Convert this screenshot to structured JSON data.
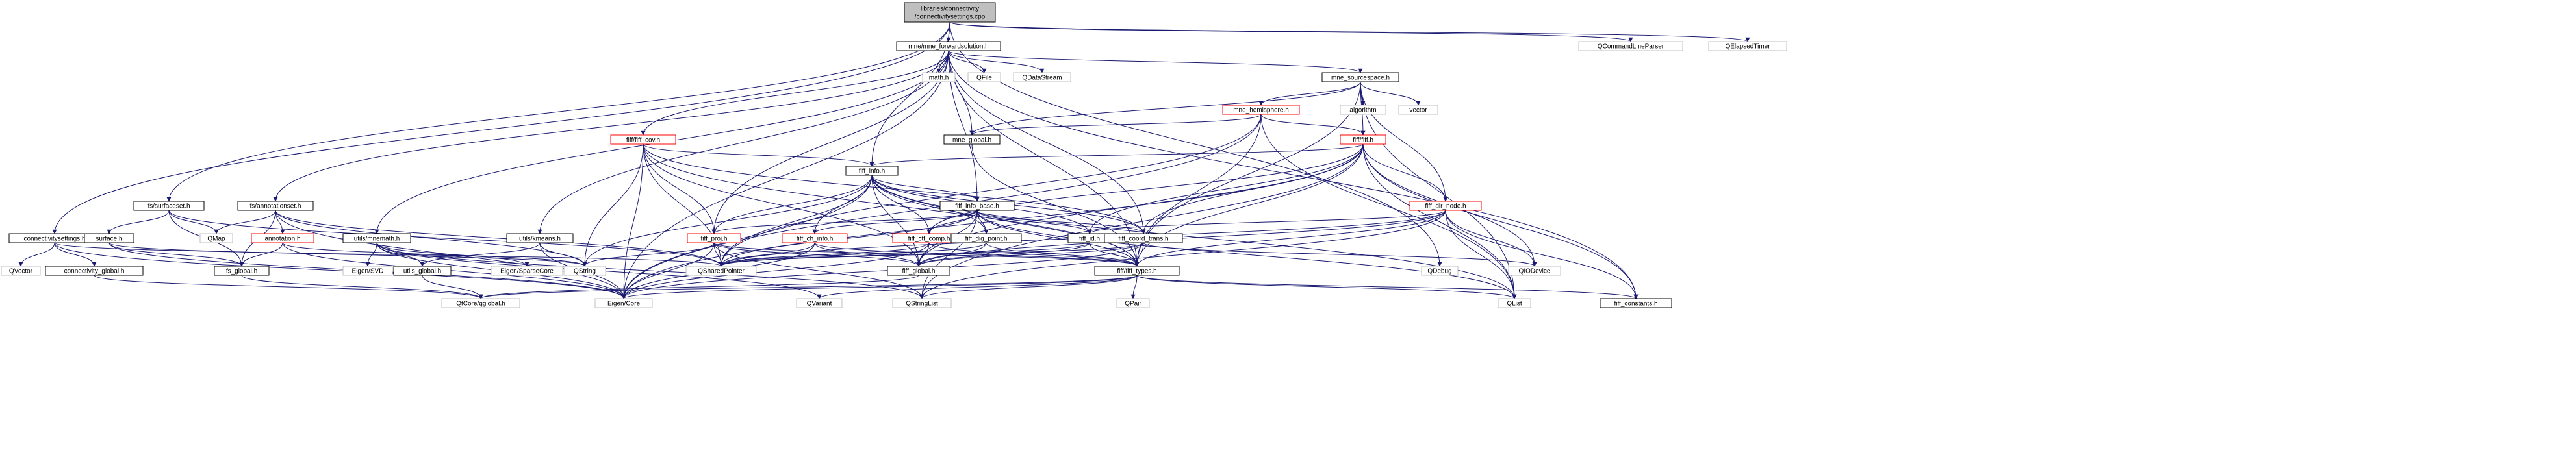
{
  "colors": {
    "edge": "#191970",
    "node_border_default": "#000000",
    "node_border_missing": "#bfbfbf",
    "node_border_link_red": "#ff0000",
    "root_fill": "#bfbfbf",
    "node_fill": "#ffffff"
  },
  "nodes": [
    {
      "id": "root",
      "label": "libraries/connectivity\n/connectivitysettings.cpp",
      "style": "root"
    },
    {
      "id": "mne_fwd",
      "label": "mne/mne_forwardsolution.h",
      "style": "doc"
    },
    {
      "id": "qcmd",
      "label": "QCommandLineParser",
      "style": "ext"
    },
    {
      "id": "qelapsed",
      "label": "QElapsedTimer",
      "style": "ext"
    },
    {
      "id": "mathh",
      "label": "math.h",
      "style": "ext"
    },
    {
      "id": "qfile",
      "label": "QFile",
      "style": "ext"
    },
    {
      "id": "qdatastream",
      "label": "QDataStream",
      "style": "ext"
    },
    {
      "id": "mne_src",
      "label": "mne_sourcespace.h",
      "style": "doc"
    },
    {
      "id": "mne_hemi",
      "label": "mne_hemisphere.h",
      "style": "red"
    },
    {
      "id": "algorithm",
      "label": "algorithm",
      "style": "ext"
    },
    {
      "id": "vector",
      "label": "vector",
      "style": "ext"
    },
    {
      "id": "fiff_cov",
      "label": "fiff/fiff_cov.h",
      "style": "red"
    },
    {
      "id": "mne_global",
      "label": "mne_global.h",
      "style": "doc"
    },
    {
      "id": "fiff_fiff",
      "label": "fiff/fiff.h",
      "style": "red"
    },
    {
      "id": "fiff_info",
      "label": "fiff_info.h",
      "style": "doc"
    },
    {
      "id": "fiff_info_base",
      "label": "fiff_info_base.h",
      "style": "doc"
    },
    {
      "id": "fiff_dir_node",
      "label": "fiff_dir_node.h",
      "style": "red"
    },
    {
      "id": "fs_surfaceset",
      "label": "fs/surfaceset.h",
      "style": "doc"
    },
    {
      "id": "fs_annot",
      "label": "fs/annotationset.h",
      "style": "doc"
    },
    {
      "id": "conn_settings",
      "label": "connectivitysettings.h",
      "style": "doc"
    },
    {
      "id": "surface",
      "label": "surface.h",
      "style": "doc"
    },
    {
      "id": "qmap",
      "label": "QMap",
      "style": "ext"
    },
    {
      "id": "annotation",
      "label": "annotation.h",
      "style": "red"
    },
    {
      "id": "utils_mnemath",
      "label": "utils/mnemath.h",
      "style": "doc"
    },
    {
      "id": "utils_kmeans",
      "label": "utils/kmeans.h",
      "style": "doc"
    },
    {
      "id": "fiff_proj",
      "label": "fiff_proj.h",
      "style": "red"
    },
    {
      "id": "fiff_ch_info",
      "label": "fiff_ch_info.h",
      "style": "red"
    },
    {
      "id": "fiff_ctf_comp",
      "label": "fiff_ctf_comp.h",
      "style": "red"
    },
    {
      "id": "fiff_dig_point",
      "label": "fiff_dig_point.h",
      "style": "doc"
    },
    {
      "id": "fiff_id",
      "label": "fiff_id.h",
      "style": "doc"
    },
    {
      "id": "fiff_coord_trans",
      "label": "fiff_coord_trans.h",
      "style": "doc"
    },
    {
      "id": "qvector",
      "label": "QVector",
      "style": "ext"
    },
    {
      "id": "conn_global",
      "label": "connectivity_global.h",
      "style": "doc"
    },
    {
      "id": "fs_global",
      "label": "fs_global.h",
      "style": "doc"
    },
    {
      "id": "eigen_svd",
      "label": "Eigen/SVD",
      "style": "ext"
    },
    {
      "id": "utils_global",
      "label": "utils_global.h",
      "style": "doc"
    },
    {
      "id": "eigen_sparse",
      "label": "Eigen/SparseCore",
      "style": "ext"
    },
    {
      "id": "qstring",
      "label": "QString",
      "style": "ext"
    },
    {
      "id": "qsharedptr",
      "label": "QSharedPointer",
      "style": "ext"
    },
    {
      "id": "fiff_global",
      "label": "fiff_global.h",
      "style": "doc"
    },
    {
      "id": "fiff_types",
      "label": "fiff/fiff_types.h",
      "style": "doc"
    },
    {
      "id": "qdebug",
      "label": "QDebug",
      "style": "ext"
    },
    {
      "id": "qiodevice",
      "label": "QIODevice",
      "style": "ext"
    },
    {
      "id": "qtcore_global",
      "label": "QtCore/qglobal.h",
      "style": "ext"
    },
    {
      "id": "eigen_core",
      "label": "Eigen/Core",
      "style": "ext"
    },
    {
      "id": "qvariant",
      "label": "QVariant",
      "style": "ext"
    },
    {
      "id": "qstringlist",
      "label": "QStringList",
      "style": "ext"
    },
    {
      "id": "qpair",
      "label": "QPair",
      "style": "ext"
    },
    {
      "id": "qlist",
      "label": "QList",
      "style": "ext"
    },
    {
      "id": "fiff_constants",
      "label": "fiff_constants.h",
      "style": "doc"
    }
  ],
  "edges": [
    [
      "root",
      "mne_fwd"
    ],
    [
      "root",
      "qcmd"
    ],
    [
      "root",
      "qelapsed"
    ],
    [
      "root",
      "conn_settings"
    ],
    [
      "root",
      "fs_surfaceset"
    ],
    [
      "root",
      "fiff_info"
    ],
    [
      "root",
      "qdebug"
    ],
    [
      "mne_fwd",
      "mathh"
    ],
    [
      "mne_fwd",
      "qfile"
    ],
    [
      "mne_fwd",
      "qdatastream"
    ],
    [
      "mne_fwd",
      "mne_src"
    ],
    [
      "mne_fwd",
      "fiff_cov"
    ],
    [
      "mne_fwd",
      "mne_global"
    ],
    [
      "mne_fwd",
      "fs_annot"
    ],
    [
      "mne_fwd",
      "utils_mnemath"
    ],
    [
      "mne_fwd",
      "utils_kmeans"
    ],
    [
      "mne_fwd",
      "fiff_info_base"
    ],
    [
      "mne_fwd",
      "fiff_types"
    ],
    [
      "mne_fwd",
      "fiff_constants"
    ],
    [
      "mne_fwd",
      "eigen_core"
    ],
    [
      "mne_fwd",
      "fiff_coord_trans"
    ],
    [
      "mne_fwd",
      "fiff_proj"
    ],
    [
      "mne_src",
      "mne_hemi"
    ],
    [
      "mne_src",
      "algorithm"
    ],
    [
      "mne_src",
      "vector"
    ],
    [
      "mne_src",
      "fiff_fiff"
    ],
    [
      "mne_src",
      "mne_global"
    ],
    [
      "mne_src",
      "fiff_dir_node"
    ],
    [
      "mne_src",
      "qlist"
    ],
    [
      "mne_src",
      "fiff_types"
    ],
    [
      "mne_hemi",
      "fiff_fiff"
    ],
    [
      "mne_hemi",
      "mne_global"
    ],
    [
      "mne_hemi",
      "fiff_types"
    ],
    [
      "mne_hemi",
      "qlist"
    ],
    [
      "mne_hemi",
      "qsharedptr"
    ],
    [
      "mne_hemi",
      "eigen_core"
    ],
    [
      "fiff_fiff",
      "fiff_info"
    ],
    [
      "fiff_fiff",
      "fiff_dir_node"
    ],
    [
      "fiff_fiff",
      "fiff_coord_trans"
    ],
    [
      "fiff_fiff",
      "fiff_ctf_comp"
    ],
    [
      "fiff_fiff",
      "fiff_global"
    ],
    [
      "fiff_fiff",
      "fiff_types"
    ],
    [
      "fiff_fiff",
      "fiff_constants"
    ],
    [
      "fiff_fiff",
      "qiodevice"
    ],
    [
      "fiff_fiff",
      "qlist"
    ],
    [
      "fiff_fiff",
      "qstringlist"
    ],
    [
      "fiff_fiff",
      "eigen_core"
    ],
    [
      "fiff_fiff",
      "fiff_id"
    ],
    [
      "fiff_cov",
      "fiff_info"
    ],
    [
      "fiff_cov",
      "fiff_proj"
    ],
    [
      "fiff_cov",
      "fiff_types"
    ],
    [
      "fiff_cov",
      "qsharedptr"
    ],
    [
      "fiff_cov",
      "qstring"
    ],
    [
      "fiff_cov",
      "eigen_core"
    ],
    [
      "fiff_cov",
      "fiff_global"
    ],
    [
      "fiff_cov",
      "fiff_coord_trans"
    ],
    [
      "mne_global",
      "fiff_types"
    ],
    [
      "fiff_info",
      "fiff_info_base"
    ],
    [
      "fiff_info",
      "fiff_proj"
    ],
    [
      "fiff_info",
      "fiff_ctf_comp"
    ],
    [
      "fiff_info",
      "fiff_dig_point"
    ],
    [
      "fiff_info",
      "fiff_ch_info"
    ],
    [
      "fiff_info",
      "fiff_coord_trans"
    ],
    [
      "fiff_info",
      "fiff_id"
    ],
    [
      "fiff_info",
      "fiff_global"
    ],
    [
      "fiff_info",
      "fiff_types"
    ],
    [
      "fiff_info",
      "qsharedptr"
    ],
    [
      "fiff_info",
      "qstring"
    ],
    [
      "fiff_info",
      "qlist"
    ],
    [
      "fiff_info",
      "eigen_core"
    ],
    [
      "fiff_info_base",
      "fiff_ch_info"
    ],
    [
      "fiff_info_base",
      "fiff_dig_point"
    ],
    [
      "fiff_info_base",
      "fiff_id"
    ],
    [
      "fiff_info_base",
      "fiff_coord_trans"
    ],
    [
      "fiff_info_base",
      "fiff_ctf_comp"
    ],
    [
      "fiff_info_base",
      "fiff_proj"
    ],
    [
      "fiff_info_base",
      "fiff_types"
    ],
    [
      "fiff_info_base",
      "fiff_global"
    ],
    [
      "fiff_info_base",
      "qsharedptr"
    ],
    [
      "fiff_info_base",
      "qstringlist"
    ],
    [
      "fiff_info_base",
      "qlist"
    ],
    [
      "fiff_dir_node",
      "fiff_id"
    ],
    [
      "fiff_dir_node",
      "fiff_types"
    ],
    [
      "fiff_dir_node",
      "fiff_global"
    ],
    [
      "fiff_dir_node",
      "qlist"
    ],
    [
      "fiff_dir_node",
      "qsharedptr"
    ],
    [
      "fiff_dir_node",
      "fiff_constants"
    ],
    [
      "fiff_dir_node",
      "qstringlist"
    ],
    [
      "fiff_dir_node",
      "qiodevice"
    ],
    [
      "fs_surfaceset",
      "surface"
    ],
    [
      "fs_surfaceset",
      "qmap"
    ],
    [
      "fs_surfaceset",
      "fs_global"
    ],
    [
      "fs_surfaceset",
      "qsharedptr"
    ],
    [
      "fs_annot",
      "annotation"
    ],
    [
      "fs_annot",
      "qmap"
    ],
    [
      "fs_annot",
      "fs_global"
    ],
    [
      "fs_annot",
      "qsharedptr"
    ],
    [
      "fs_annot",
      "eigen_core"
    ],
    [
      "fs_annot",
      "qstring"
    ],
    [
      "conn_settings",
      "qvector"
    ],
    [
      "conn_settings",
      "conn_global"
    ],
    [
      "conn_settings",
      "eigen_core"
    ],
    [
      "conn_settings",
      "qsharedptr"
    ],
    [
      "conn_global",
      "qtcore_global"
    ],
    [
      "surface",
      "fs_global"
    ],
    [
      "surface",
      "eigen_core"
    ],
    [
      "surface",
      "qstring"
    ],
    [
      "annotation",
      "fs_global"
    ],
    [
      "annotation",
      "eigen_core"
    ],
    [
      "annotation",
      "qstring"
    ],
    [
      "fs_global",
      "qtcore_global"
    ],
    [
      "utils_mnemath",
      "eigen_svd"
    ],
    [
      "utils_mnemath",
      "eigen_sparse"
    ],
    [
      "utils_mnemath",
      "utils_global"
    ],
    [
      "utils_mnemath",
      "eigen_core"
    ],
    [
      "utils_mnemath",
      "qvariant"
    ],
    [
      "utils_mnemath",
      "qstringlist"
    ],
    [
      "utils_kmeans",
      "utils_global"
    ],
    [
      "utils_kmeans",
      "eigen_core"
    ],
    [
      "utils_kmeans",
      "qstring"
    ],
    [
      "utils_global",
      "qtcore_global"
    ],
    [
      "fiff_proj",
      "fiff_types"
    ],
    [
      "fiff_proj",
      "fiff_global"
    ],
    [
      "fiff_proj",
      "qsharedptr"
    ],
    [
      "fiff_proj",
      "qstring"
    ],
    [
      "fiff_proj",
      "eigen_core"
    ],
    [
      "fiff_proj",
      "qstringlist"
    ],
    [
      "fiff_ch_info",
      "fiff_types"
    ],
    [
      "fiff_ch_info",
      "fiff_global"
    ],
    [
      "fiff_ch_info",
      "qsharedptr"
    ],
    [
      "fiff_ch_info",
      "eigen_core"
    ],
    [
      "fiff_ctf_comp",
      "fiff_types"
    ],
    [
      "fiff_ctf_comp",
      "fiff_global"
    ],
    [
      "fiff_ctf_comp",
      "qsharedptr"
    ],
    [
      "fiff_ctf_comp",
      "eigen_core"
    ],
    [
      "fiff_dig_point",
      "fiff_types"
    ],
    [
      "fiff_dig_point",
      "fiff_global"
    ],
    [
      "fiff_dig_point",
      "qsharedptr"
    ],
    [
      "fiff_id",
      "fiff_types"
    ],
    [
      "fiff_id",
      "fiff_global"
    ],
    [
      "fiff_id",
      "qsharedptr"
    ],
    [
      "fiff_coord_trans",
      "fiff_types"
    ],
    [
      "fiff_coord_trans",
      "fiff_global"
    ],
    [
      "fiff_coord_trans",
      "qsharedptr"
    ],
    [
      "fiff_coord_trans",
      "qiodevice"
    ],
    [
      "fiff_coord_trans",
      "eigen_core"
    ],
    [
      "fiff_global",
      "qtcore_global"
    ],
    [
      "fiff_types",
      "fiff_constants"
    ],
    [
      "fiff_types",
      "qpair"
    ],
    [
      "fiff_types",
      "qlist"
    ],
    [
      "fiff_types",
      "eigen_core"
    ],
    [
      "fiff_types",
      "qvariant"
    ],
    [
      "fiff_types",
      "qstringlist"
    ],
    [
      "fiff_types",
      "qtcore_global"
    ]
  ]
}
